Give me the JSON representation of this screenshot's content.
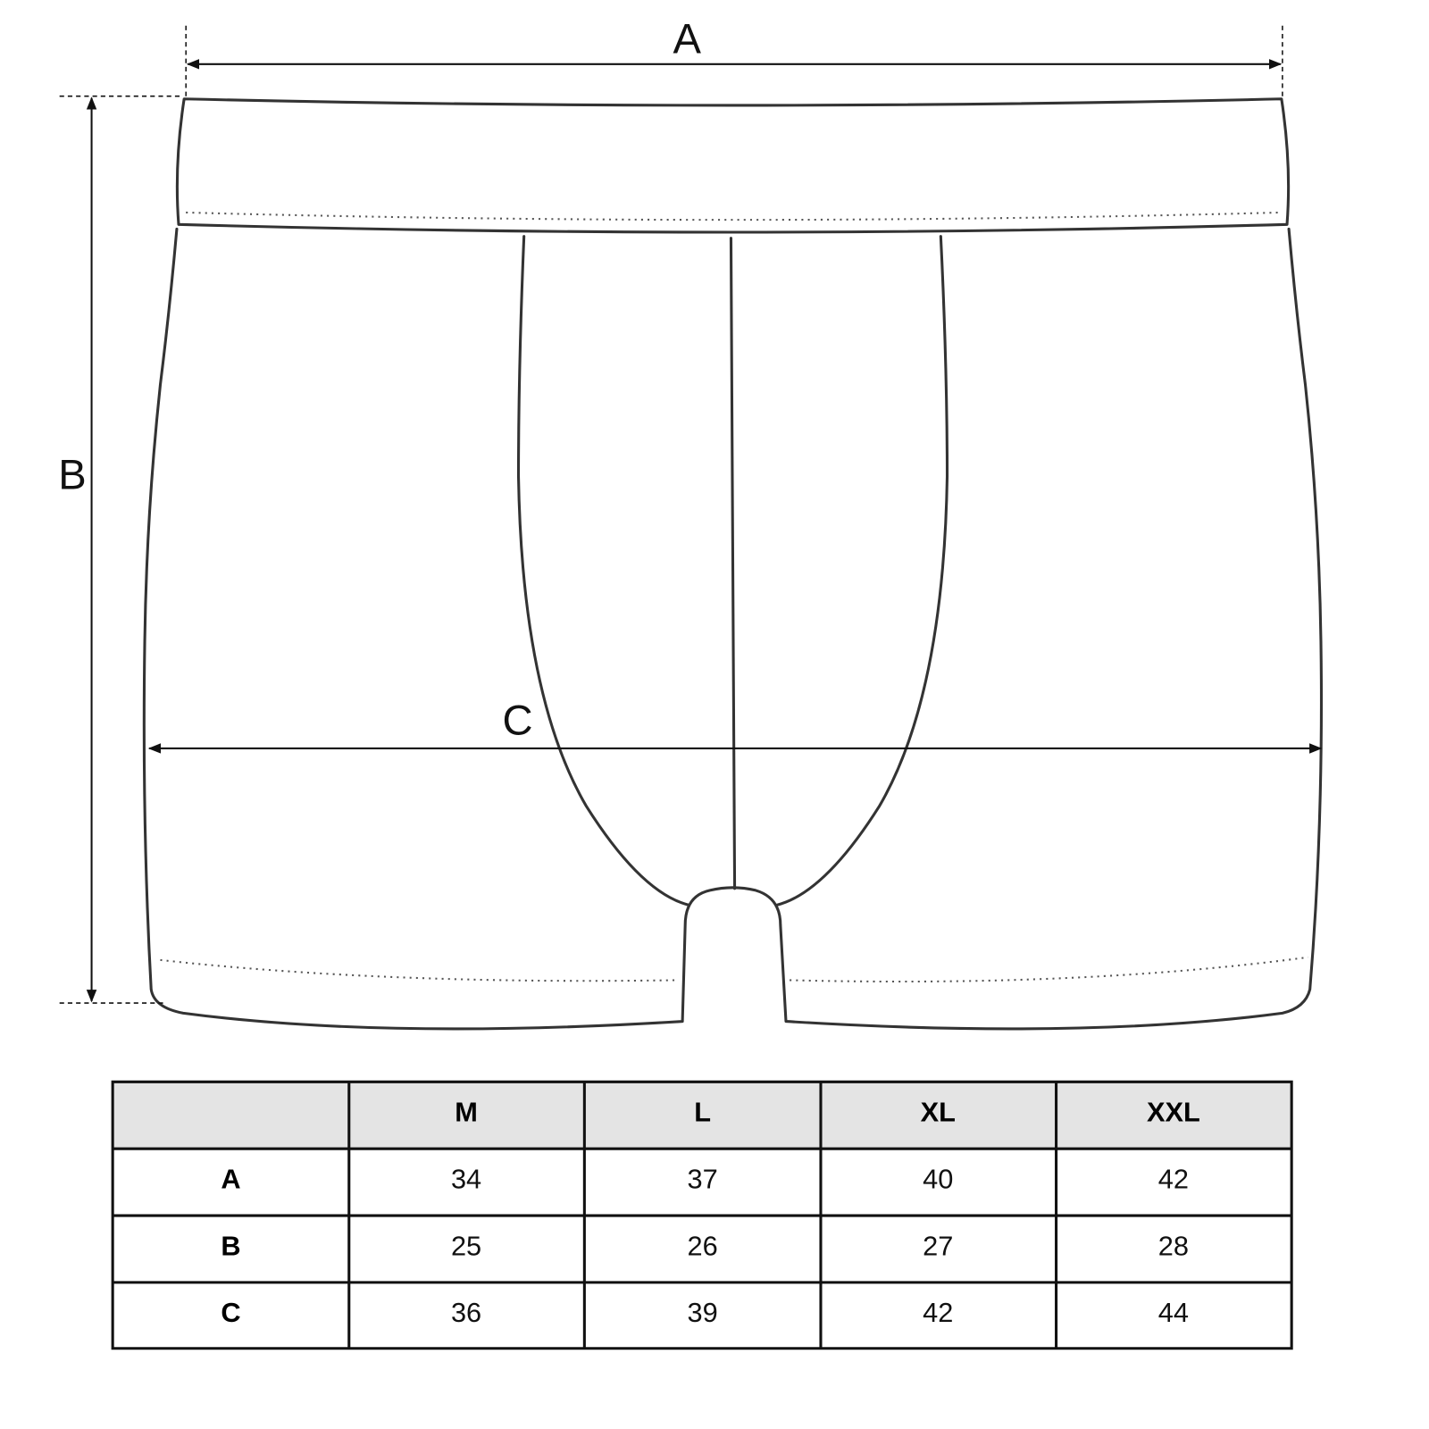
{
  "diagram": {
    "labels": {
      "a": "A",
      "b": "B",
      "c": "C"
    }
  },
  "size_table": {
    "columns": [
      "",
      "M",
      "L",
      "XL",
      "XXL"
    ],
    "rows": [
      {
        "label": "A",
        "values": [
          "34",
          "37",
          "40",
          "42"
        ]
      },
      {
        "label": "B",
        "values": [
          "25",
          "26",
          "27",
          "28"
        ]
      },
      {
        "label": "C",
        "values": [
          "36",
          "39",
          "42",
          "44"
        ]
      }
    ],
    "header_color": "#e4e4e4"
  }
}
